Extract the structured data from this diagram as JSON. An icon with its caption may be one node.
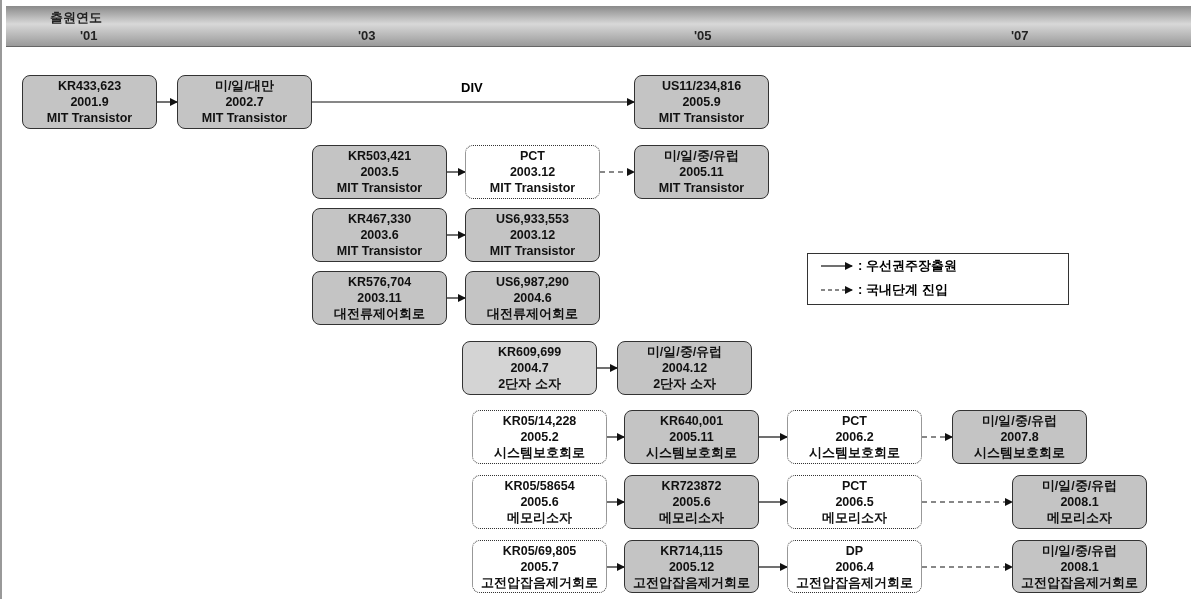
{
  "diagram": {
    "nodes": [
      {
        "text": [
          "출원연도",
          "'01",
          "'03",
          "'05",
          "'07"
        ]
      },
      {
        "text": [
          "KR433,623",
          "2001.9",
          "MIT Transistor"
        ]
      },
      {
        "text": [
          "미/일/대만",
          "2002.7",
          "MIT Transistor"
        ]
      },
      {
        "text": [
          "US11/234,816",
          "2005.9",
          "MIT Transistor"
        ]
      },
      {
        "text": [
          "KR503,421",
          "2003.5",
          "MIT Transistor"
        ]
      },
      {
        "text": [
          "PCT",
          "2003.12",
          "MIT Transistor"
        ]
      },
      {
        "text": [
          "미/일/중/유럽",
          "2005.11",
          "MIT Transistor"
        ]
      },
      {
        "text": [
          "KR467,330",
          "2003.6",
          "MIT Transistor"
        ]
      },
      {
        "text": [
          "US6,933,553",
          "2003.12",
          "MIT Transistor"
        ]
      },
      {
        "text": [
          "KR576,704",
          "2003.11",
          "대전류제어회로"
        ]
      },
      {
        "text": [
          "US6,987,290",
          "2004.6",
          "대전류제어회로"
        ]
      },
      {
        "text": [
          "KR609,699",
          "2004.7",
          "2단자 소자"
        ]
      },
      {
        "text": [
          "미/일/중/유럽",
          "2004.12",
          "2단자 소자"
        ]
      },
      {
        "text": [
          "KR05/14,228",
          "2005.2",
          "시스템보호회로"
        ]
      },
      {
        "text": [
          "KR640,001",
          "2005.11",
          "시스템보호회로"
        ]
      },
      {
        "text": [
          "PCT",
          "2006.2",
          "시스템보호회로"
        ]
      },
      {
        "text": [
          "미/일/중/유럽",
          "2007.8",
          "시스템보호회로"
        ]
      },
      {
        "text": [
          "KR05/58654",
          "2005.6",
          "메모리소자"
        ]
      },
      {
        "text": [
          "KR723872",
          "2005.6",
          "메모리소자"
        ]
      },
      {
        "text": [
          "PCT",
          "2006.5",
          "메모리소자"
        ]
      },
      {
        "text": [
          "미/일/중/유럽",
          "2008.1",
          "메모리소자"
        ]
      },
      {
        "text": [
          "KR05/69,805",
          "2005.7",
          "고전압잡음제거회로"
        ]
      },
      {
        "text": [
          "KR714,115",
          "2005.12",
          "고전압잡음제거회로"
        ]
      },
      {
        "text": [
          "DP",
          "2006.4",
          "고전압잡음제거회로"
        ]
      },
      {
        "text": [
          "미/일/중/유럽",
          "2008.1",
          "고전압잡음제거회로"
        ]
      }
    ],
    "edges": [
      {
        "from": 1,
        "to": 2,
        "arrow": "to"
      },
      {
        "from": 2,
        "to": 3,
        "arrow": "to",
        "label": "DIV"
      },
      {
        "from": 4,
        "to": 5,
        "arrow": "to"
      },
      {
        "from": 5,
        "to": 6,
        "arrow": "to",
        "style": "dashed"
      },
      {
        "from": 7,
        "to": 8,
        "arrow": "to"
      },
      {
        "from": 9,
        "to": 10,
        "arrow": "to"
      },
      {
        "from": 11,
        "to": 12,
        "arrow": "to"
      },
      {
        "from": 13,
        "to": 14,
        "arrow": "to"
      },
      {
        "from": 14,
        "to": 15,
        "arrow": "to"
      },
      {
        "from": 15,
        "to": 16,
        "arrow": "to",
        "style": "dashed"
      },
      {
        "from": 17,
        "to": 18,
        "arrow": "to"
      },
      {
        "from": 18,
        "to": 19,
        "arrow": "to"
      },
      {
        "from": 19,
        "to": 20,
        "arrow": "to",
        "style": "dashed"
      },
      {
        "from": 21,
        "to": 22,
        "arrow": "to"
      },
      {
        "from": 22,
        "to": 23,
        "arrow": "to"
      },
      {
        "from": 23,
        "to": 24,
        "arrow": "to",
        "style": "dashed"
      }
    ],
    "legend": [
      {
        "text": ": 우선권주장출원"
      },
      {
        "text": ": 국내단계 진입"
      }
    ]
  }
}
